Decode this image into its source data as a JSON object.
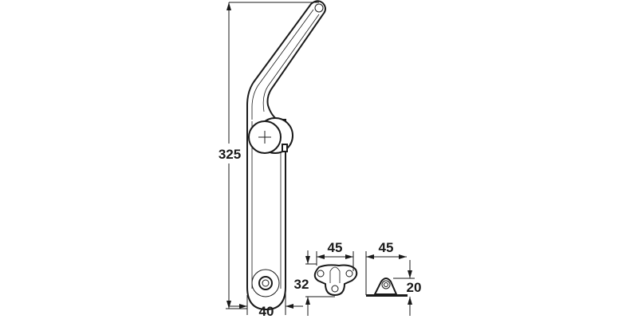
{
  "dimensions": {
    "stay_height": "325",
    "stay_width": "40",
    "bracket1_width": "45",
    "bracket1_height": "32",
    "bracket2_width": "45",
    "bracket2_height": "20"
  },
  "colors": {
    "line": "#1a1a1a",
    "background": "#ffffff"
  }
}
